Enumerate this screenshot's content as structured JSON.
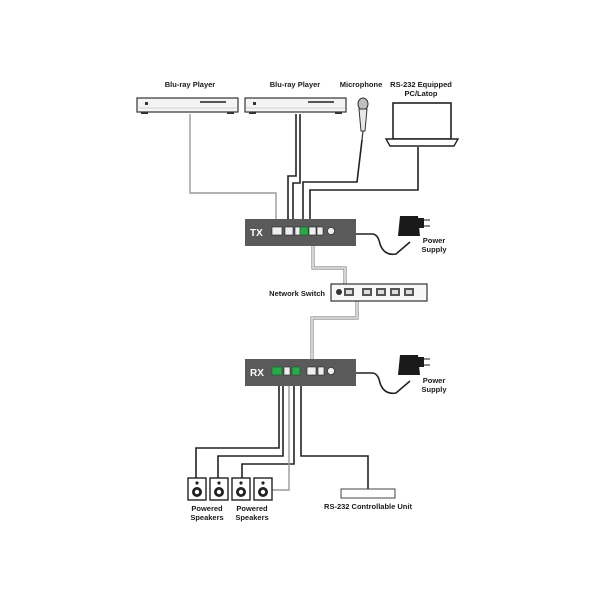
{
  "labels": {
    "bluray1": "Blu-ray Player",
    "bluray2": "Blu-ray Player",
    "microphone": "Microphone",
    "pc_line1": "RS-232 Equipped",
    "pc_line2": "PC/Latop",
    "tx": "TX",
    "rx": "RX",
    "power1_line1": "Power",
    "power1_line2": "Supply",
    "power2_line1": "Power",
    "power2_line2": "Supply",
    "network_switch": "Network Switch",
    "speakers1_line1": "Powered",
    "speakers1_line2": "Speakers",
    "speakers2_line1": "Powered",
    "speakers2_line2": "Speakers",
    "rs232_unit": "RS-232 Controllable Unit"
  },
  "colors": {
    "unit_body": "#5a5a5a",
    "terminal_green": "#2aa84a",
    "cable_dark": "#222222",
    "cable_light": "#9a9a9a"
  }
}
